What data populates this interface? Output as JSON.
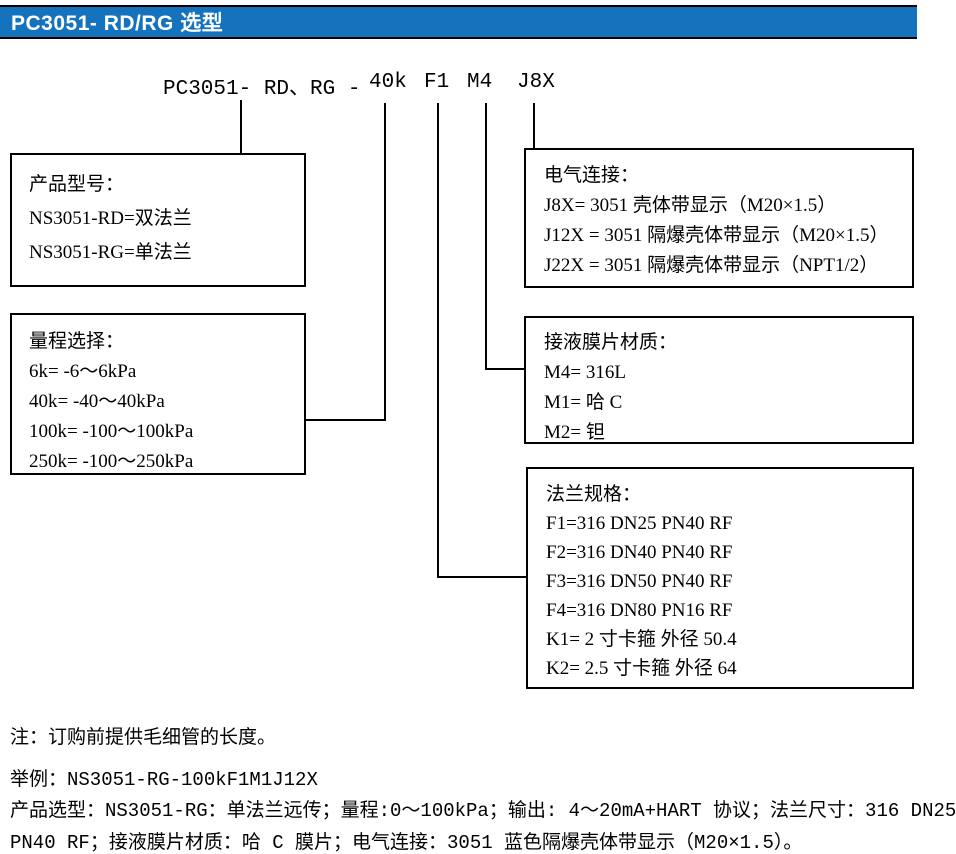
{
  "header": {
    "title": "PC3051- RD/RG 选型",
    "bg_color": "#1572bd",
    "text_color": "#ffffff"
  },
  "model_line": {
    "prefix": "PC3051- RD、RG -",
    "range_code": "40k",
    "flange_code": "F1",
    "diaphragm_code": "M4",
    "electrical_code": "J8X"
  },
  "boxes": {
    "product": {
      "title": "产品型号：",
      "items": [
        "NS3051-RD=双法兰",
        "NS3051-RG=单法兰"
      ]
    },
    "range": {
      "title": "量程选择：",
      "items": [
        "6k= -6～6kPa",
        "40k= -40～40kPa",
        "100k= -100～100kPa",
        "250k= -100～250kPa"
      ]
    },
    "electrical": {
      "title": "电气连接：",
      "items": [
        "J8X= 3051 壳体带显示（M20×1.5）",
        "J12X = 3051 隔爆壳体带显示（M20×1.5）",
        "J22X = 3051 隔爆壳体带显示（NPT1/2）"
      ]
    },
    "diaphragm": {
      "title": "接液膜片材质：",
      "items": [
        "M4= 316L",
        "M1= 哈 C",
        "M2= 钽"
      ]
    },
    "flange": {
      "title": "法兰规格：",
      "items": [
        "F1=316 DN25 PN40 RF",
        "F2=316 DN40 PN40 RF",
        "F3=316 DN50 PN40 RF",
        "F4=316 DN80 PN16 RF",
        "K1= 2 寸卡箍 外径 50.4",
        "K2= 2.5 寸卡箍 外径 64"
      ]
    }
  },
  "notes": {
    "note": "注：订购前提供毛细管的长度。",
    "example": "举例：NS3051-RG-100kF1M1J12X",
    "example_detail_line1": "产品选型：NS3051-RG：单法兰远传；量程:0～100kPa；输出: 4～20mA+HART 协议；法兰尺寸：316 DN25",
    "example_detail_line2": "PN40 RF；接液膜片材质：哈 C 膜片；电气连接：3051 蓝色隔爆壳体带显示（M20×1.5）。"
  },
  "colors": {
    "line": "#000000",
    "text": "#000000",
    "background": "#ffffff"
  }
}
